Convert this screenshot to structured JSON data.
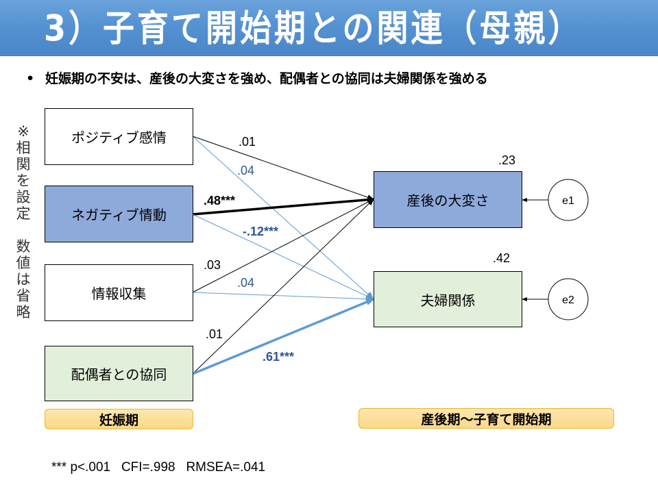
{
  "title": "3）子育て開始期との関連（母親）",
  "bullet": {
    "symbol": "•",
    "text": "妊娠期の不安は、産後の大変さを強め、配偶者との協同は夫婦関係を強める"
  },
  "side_note": [
    "※",
    "相",
    "関",
    "を",
    "設",
    "定",
    "",
    "数",
    "値",
    "は",
    "省",
    "略"
  ],
  "colors": {
    "title_bar": "#5592d2",
    "box_blue": "#8eaadb",
    "box_green": "#e2efda",
    "pill_fill": "#fcd98a",
    "path_black": "#000000",
    "path_blue": "#5b9bd5",
    "coef_blue": "#2f5597"
  },
  "predictors": [
    {
      "id": "positive",
      "label": "ポジティブ感情",
      "fill": "white"
    },
    {
      "id": "negative",
      "label": "ネガティブ情動",
      "fill": "blue"
    },
    {
      "id": "info",
      "label": "情報収集",
      "fill": "white"
    },
    {
      "id": "coop",
      "label": "配偶者との協同",
      "fill": "green"
    }
  ],
  "outcomes": [
    {
      "id": "burden",
      "label": "産後の大変さ",
      "fill": "blue",
      "r2": ".23",
      "error": "e1"
    },
    {
      "id": "marital",
      "label": "夫婦関係",
      "fill": "green",
      "r2": ".42",
      "error": "e2"
    }
  ],
  "paths": [
    {
      "from": "positive",
      "to": "burden",
      "coef": ".01",
      "significant": false,
      "color": "black"
    },
    {
      "from": "positive",
      "to": "marital",
      "coef": ".04",
      "significant": false,
      "color": "blue"
    },
    {
      "from": "negative",
      "to": "burden",
      "coef": ".48***",
      "significant": true,
      "color": "black"
    },
    {
      "from": "negative",
      "to": "marital",
      "coef": "-.12***",
      "significant": false,
      "color": "blue"
    },
    {
      "from": "info",
      "to": "burden",
      "coef": ".03",
      "significant": false,
      "color": "black"
    },
    {
      "from": "info",
      "to": "marital",
      "coef": ".04",
      "significant": false,
      "color": "blue"
    },
    {
      "from": "coop",
      "to": "burden",
      "coef": ".01",
      "significant": false,
      "color": "black"
    },
    {
      "from": "coop",
      "to": "marital",
      "coef": ".61***",
      "significant": true,
      "color": "blue"
    }
  ],
  "period_labels": {
    "pregnancy": "妊娠期",
    "postpartum": "産後期～子育て開始期"
  },
  "footnote": "*** p<.001   CFI=.998   RMSEA=.041"
}
